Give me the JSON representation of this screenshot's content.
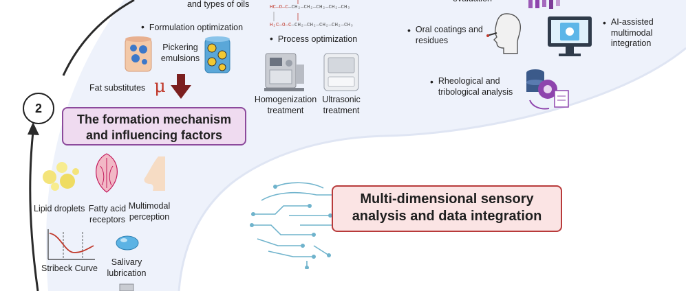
{
  "step_number": "2",
  "oil_types_label": "and types of oils",
  "chemical_rows": [
    {
      "prefix": "HC—O—C",
      "chain": "—CH₂—CH₂—CH₂—CH₂—CH₃"
    },
    {
      "prefix": "H₂C—O—C",
      "chain": "—CH₂—CH₂—CH₂—CH₂—CH₃"
    }
  ],
  "formulation_label": "Formulation optimization",
  "pickering_label": "Pickering emulsions",
  "fat_substitutes_label": "Fat substitutes",
  "mu_symbol": "μ",
  "process_label": "Process optimization",
  "homogenization_label": "Homogenization treatment",
  "ultrasonic_label": "Ultrasonic treatment",
  "formation_title_line1": "The formation mechanism",
  "formation_title_line2": "and influencing factors",
  "evaluation_partial": "evaluation",
  "oral_coatings_label": "Oral coatings and residues",
  "ai_label": "AI-assisted multimodal integration",
  "rheological_label": "Rheological and tribological analysis",
  "lipid_label": "Lipid droplets",
  "fatty_acid_label": "Fatty acid receptors",
  "multimodal_label": "Multimodal perception",
  "stribeck_label": "Stribeck Curve",
  "salivary_label": "Salivary lubrication",
  "sensory_title_line1": "Multi-dimensional sensory",
  "sensory_title_line2": "analysis and data integration",
  "colors": {
    "purple_border": "#8c4a9c",
    "purple_fill": "#efdbf0",
    "red_border": "#b83a3a",
    "red_fill": "#fbe4e4",
    "panel_blue": "#eef2fb",
    "arrow_dark_red": "#7b1f1f",
    "circuit_blue": "#6fb3cc"
  }
}
